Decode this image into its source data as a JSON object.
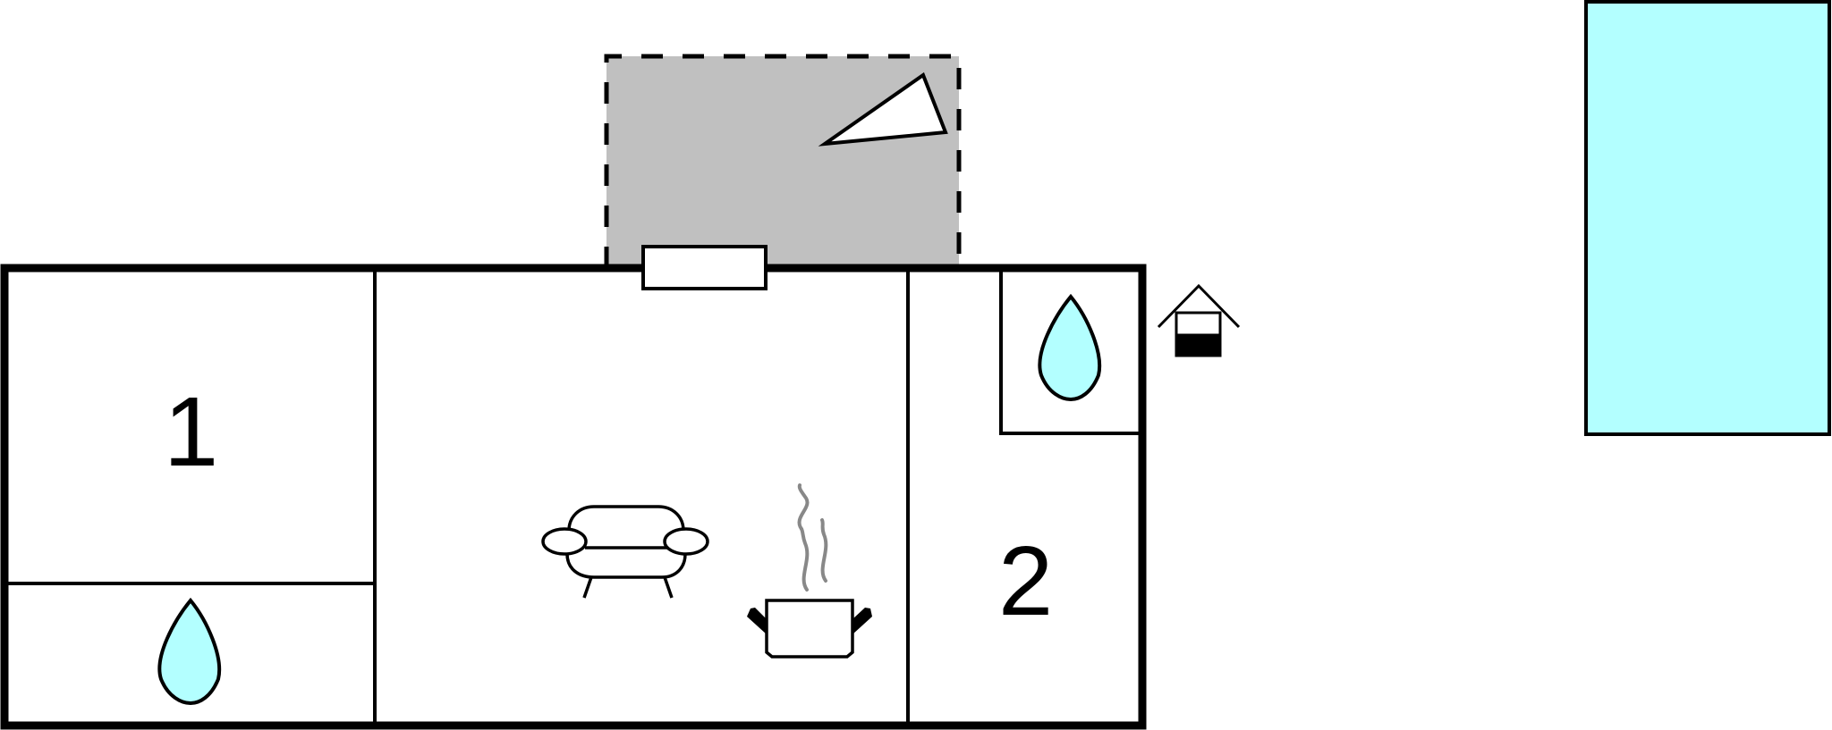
{
  "rooms": {
    "bedroom_1": {
      "label": "1"
    },
    "bedroom_2": {
      "label": "2"
    }
  },
  "colors": {
    "water": "#b3ffff",
    "terrace": "#c0c0c0",
    "pool": "#b3ffff",
    "wall": "#000000",
    "steam": "#888888"
  },
  "icons": [
    "water-drop-icon",
    "sofa-icon",
    "cooking-pot-icon",
    "wind-direction-icon",
    "well-house-icon",
    "swimming-pool"
  ]
}
